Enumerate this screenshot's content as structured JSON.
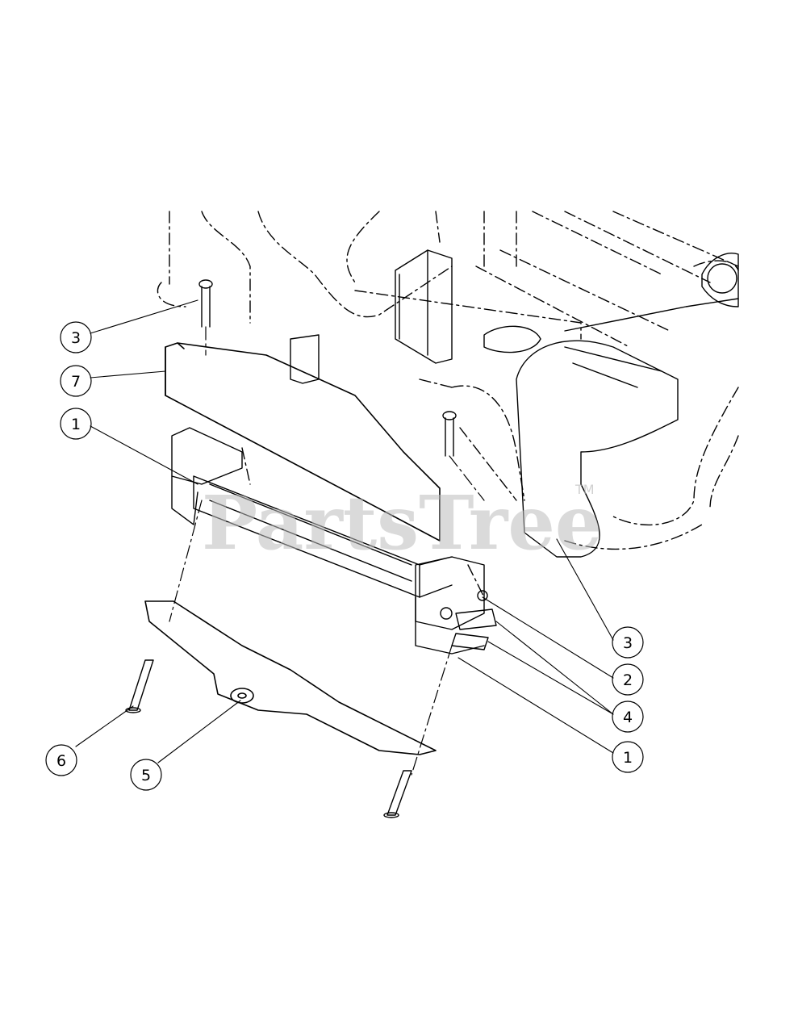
{
  "watermark": {
    "text": "PartsTree",
    "trademark": "TM"
  },
  "callouts": [
    {
      "id": "c-3-top",
      "label": "3"
    },
    {
      "id": "c-7",
      "label": "7"
    },
    {
      "id": "c-1-left",
      "label": "1"
    },
    {
      "id": "c-3-right",
      "label": "3"
    },
    {
      "id": "c-2",
      "label": "2"
    },
    {
      "id": "c-4",
      "label": "4"
    },
    {
      "id": "c-1-right",
      "label": "1"
    },
    {
      "id": "c-6",
      "label": "6"
    },
    {
      "id": "c-5",
      "label": "5"
    }
  ],
  "colors": {
    "line": "#000000",
    "background": "#ffffff",
    "watermark": "#bdbdbd"
  }
}
